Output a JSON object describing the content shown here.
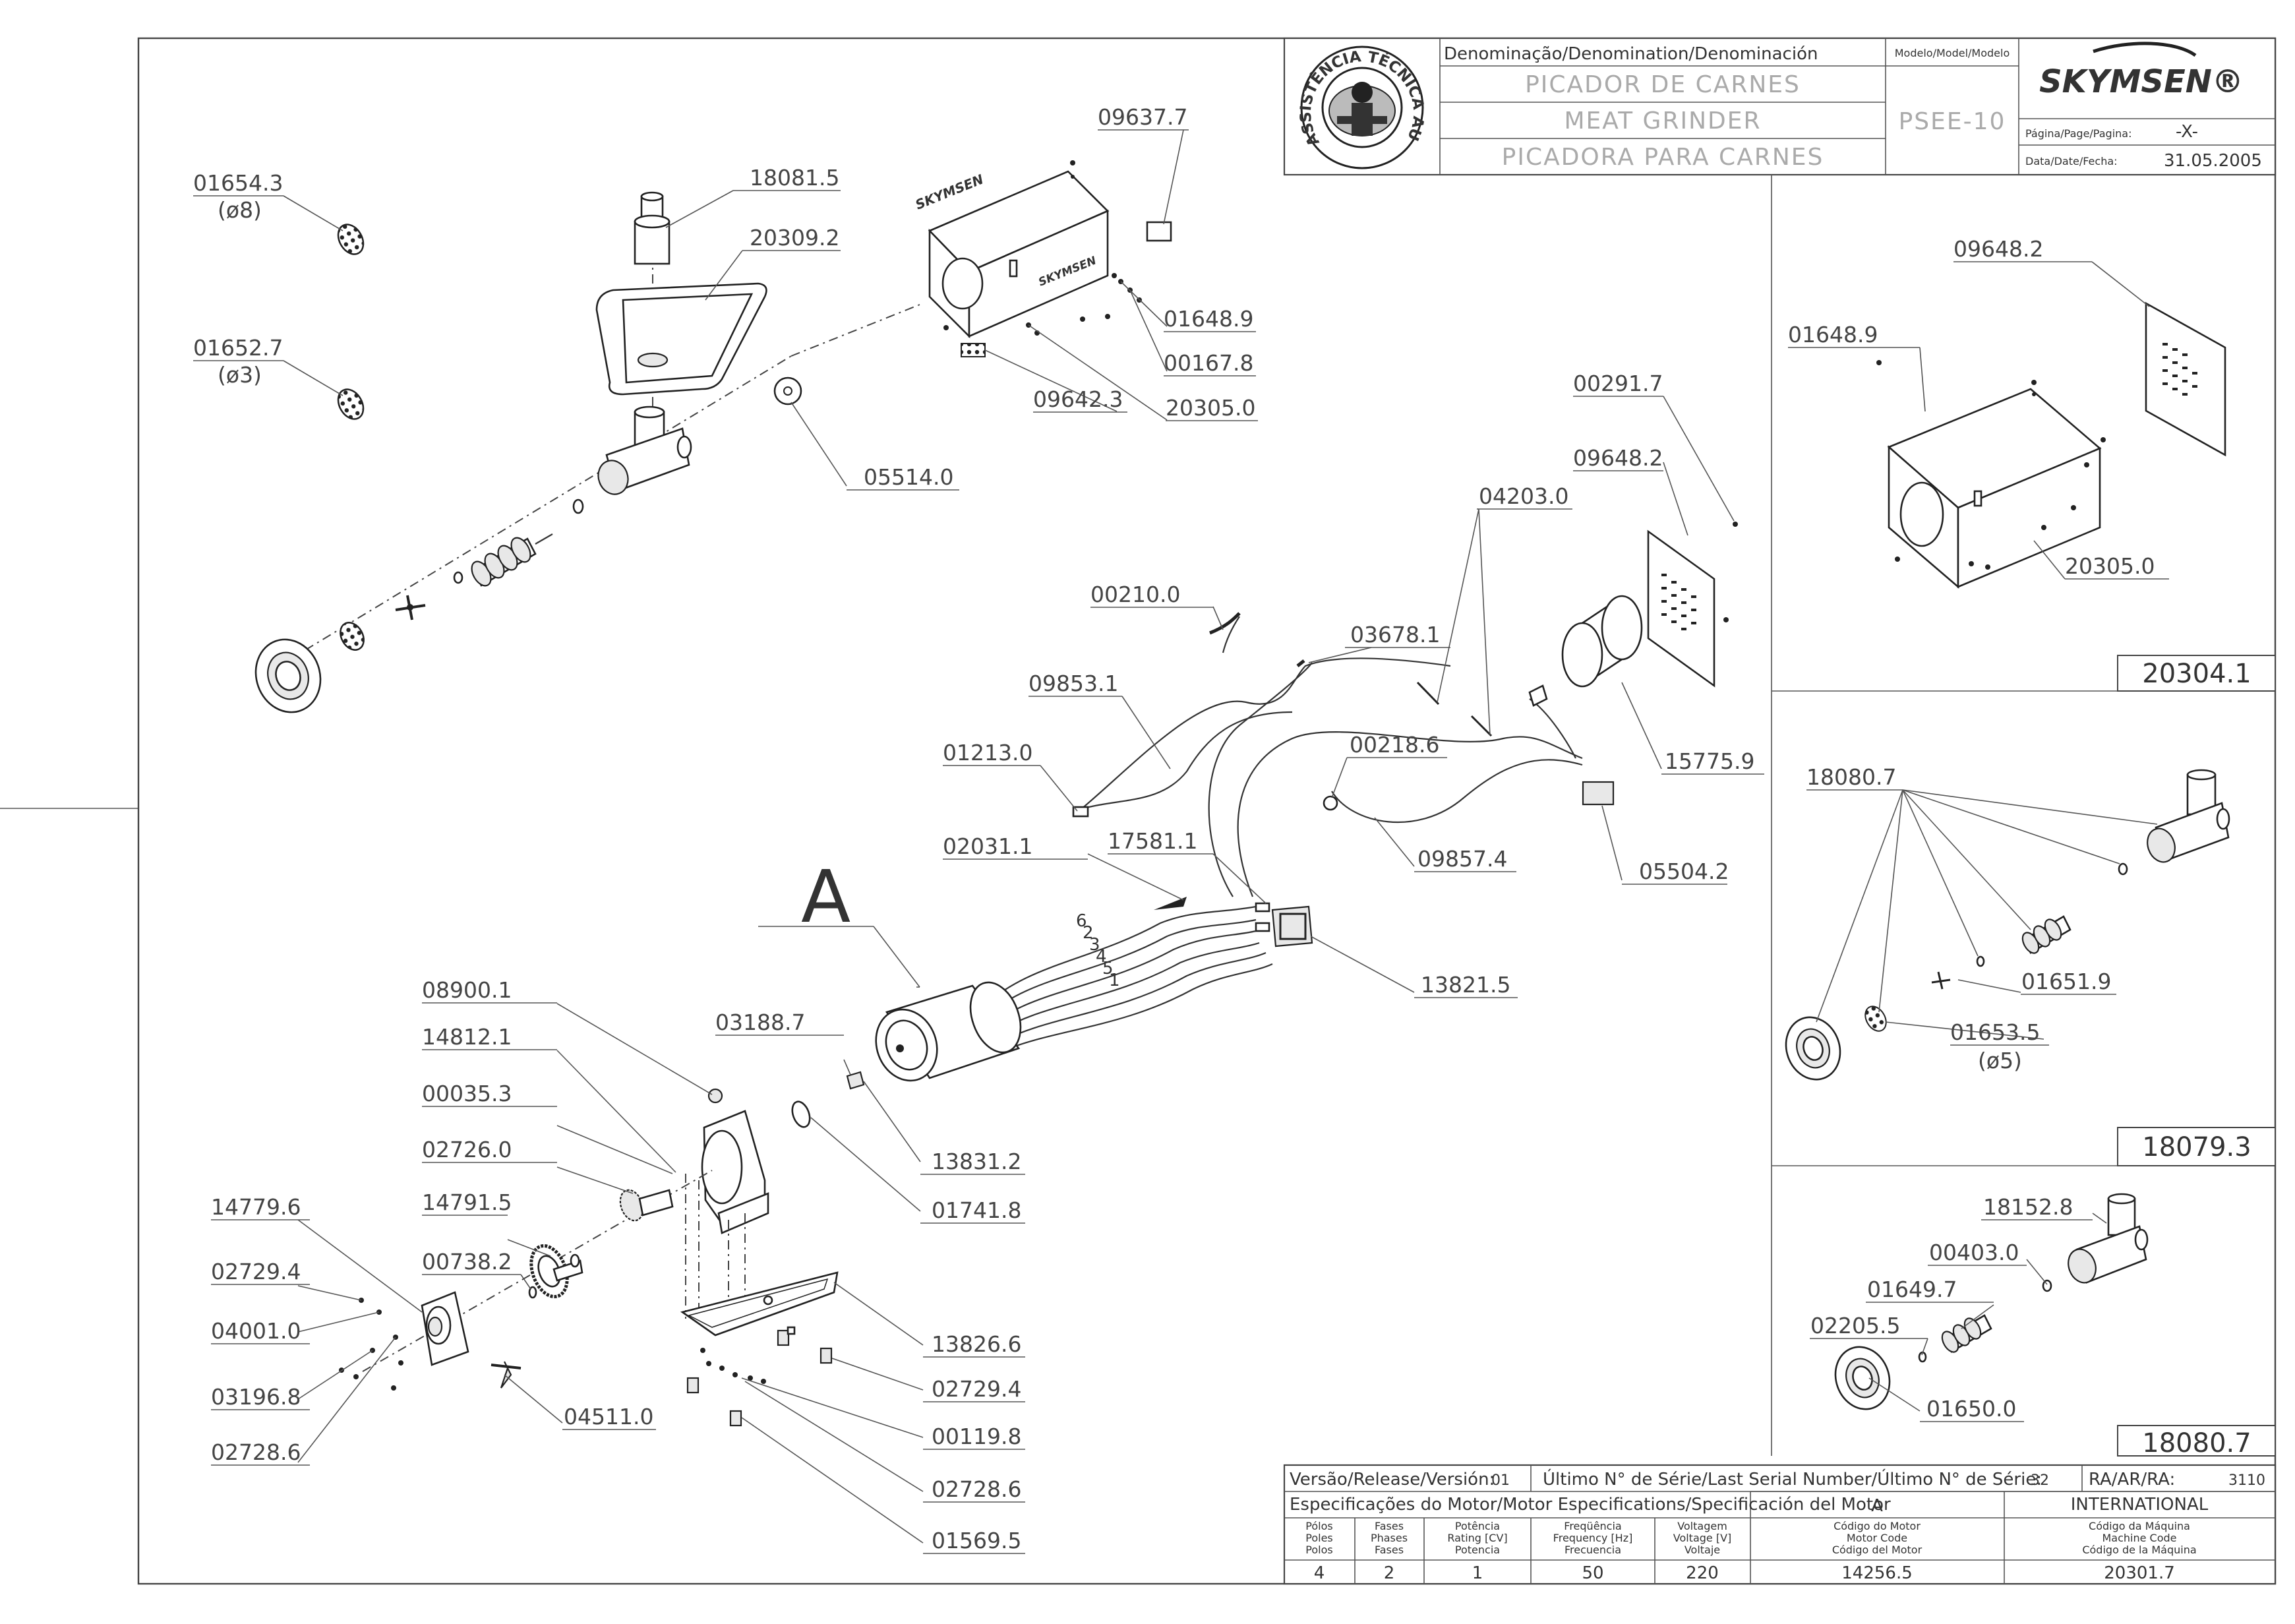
{
  "title_block": {
    "header": "Denominação/Denomination/Denominación",
    "name_pt": "PICADOR DE CARNES",
    "name_en": "MEAT GRINDER",
    "name_es": "PICADORA PARA CARNES",
    "model_header": "Modelo/Model/Modelo",
    "model": "PSEE-10",
    "brand": "SKYMSEN®",
    "page_label": "Página/Page/Pagina:",
    "page_value": "-X-",
    "date_label": "Data/Date/Fecha:",
    "date_value": "31.05.2005",
    "seal_text": "ASSISTÊNCIA TÉCNICA AUTORIZADA"
  },
  "main_callouts": [
    {
      "id": "c-01654-3",
      "text": "01654.3"
    },
    {
      "id": "c-d8",
      "text": "(ø8)"
    },
    {
      "id": "c-01652-7",
      "text": "01652.7"
    },
    {
      "id": "c-d3",
      "text": "(ø3)"
    },
    {
      "id": "c-18081-5",
      "text": "18081.5"
    },
    {
      "id": "c-20309-2",
      "text": "20309.2"
    },
    {
      "id": "c-09637-7",
      "text": "09637.7"
    },
    {
      "id": "c-01648-9",
      "text": "01648.9"
    },
    {
      "id": "c-00167-8",
      "text": "00167.8"
    },
    {
      "id": "c-09642-3",
      "text": "09642.3"
    },
    {
      "id": "c-20305-0",
      "text": "20305.0"
    },
    {
      "id": "c-05514-0",
      "text": "05514.0"
    },
    {
      "id": "c-00291-7",
      "text": "00291.7"
    },
    {
      "id": "c-09648-2",
      "text": "09648.2"
    },
    {
      "id": "c-04203-0",
      "text": "04203.0"
    },
    {
      "id": "c-00210-0",
      "text": "00210.0"
    },
    {
      "id": "c-03678-1",
      "text": "03678.1"
    },
    {
      "id": "c-09853-1",
      "text": "09853.1"
    },
    {
      "id": "c-01213-0",
      "text": "01213.0"
    },
    {
      "id": "c-00218-6",
      "text": "00218.6"
    },
    {
      "id": "c-15775-9",
      "text": "15775.9"
    },
    {
      "id": "c-17581-1",
      "text": "17581.1"
    },
    {
      "id": "c-02031-1",
      "text": "02031.1"
    },
    {
      "id": "c-09857-4",
      "text": "09857.4"
    },
    {
      "id": "c-05504-2",
      "text": "05504.2"
    },
    {
      "id": "c-13821-5",
      "text": "13821.5"
    },
    {
      "id": "c-08900-1",
      "text": "08900.1"
    },
    {
      "id": "c-14812-1",
      "text": "14812.1"
    },
    {
      "id": "c-00035-3",
      "text": "00035.3"
    },
    {
      "id": "c-02726-0",
      "text": "02726.0"
    },
    {
      "id": "c-03188-7",
      "text": "03188.7"
    },
    {
      "id": "c-13831-2",
      "text": "13831.2"
    },
    {
      "id": "c-01741-8",
      "text": "01741.8"
    },
    {
      "id": "c-14779-6",
      "text": "14779.6"
    },
    {
      "id": "c-14791-5",
      "text": "14791.5"
    },
    {
      "id": "c-02729-4a",
      "text": "02729.4"
    },
    {
      "id": "c-00738-2",
      "text": "00738.2"
    },
    {
      "id": "c-04001-0",
      "text": "04001.0"
    },
    {
      "id": "c-03196-8",
      "text": "03196.8"
    },
    {
      "id": "c-02728-6a",
      "text": "02728.6"
    },
    {
      "id": "c-04511-0",
      "text": "04511.0"
    },
    {
      "id": "c-13826-6",
      "text": "13826.6"
    },
    {
      "id": "c-02729-4b",
      "text": "02729.4"
    },
    {
      "id": "c-00119-8",
      "text": "00119.8"
    },
    {
      "id": "c-02728-6b",
      "text": "02728.6"
    },
    {
      "id": "c-01569-5",
      "text": "01569.5"
    }
  ],
  "motor_letter": "A",
  "wire_numbers": [
    "6",
    "2",
    "3",
    "4",
    "5",
    "1"
  ],
  "panels": [
    {
      "code": "20304.1",
      "callouts": [
        "09648.2",
        "01648.9",
        "20305.0"
      ]
    },
    {
      "code": "18079.3",
      "callouts": [
        "18080.7",
        "01651.9",
        "01653.5",
        "(ø5)"
      ]
    },
    {
      "code": "18080.7",
      "callouts": [
        "18152.8",
        "00403.0",
        "01649.7",
        "02205.5",
        "01650.0"
      ]
    }
  ],
  "release_row": {
    "version_label": "Versão/Release/Versión:",
    "version_value": "01",
    "serial_label": "Último N° de Série/Last Serial Number/Último N° de Série:",
    "serial_value": "32",
    "ra_label": "RA/AR/RA:",
    "ra_value": "3110"
  },
  "motor_spec": {
    "header": "Especificações do Motor/Motor Especifications/Specificación del Motor",
    "motor_letter": "A",
    "market": "INTERNATIONAL",
    "columns": [
      {
        "label": [
          "Pólos",
          "Poles",
          "Polos"
        ],
        "value": "4"
      },
      {
        "label": [
          "Fases",
          "Phases",
          "Fases"
        ],
        "value": "2"
      },
      {
        "label": [
          "Potência",
          "Rating [CV]",
          "Potencia"
        ],
        "value": "1"
      },
      {
        "label": [
          "Freqüência",
          "Frequency [Hz]",
          "Frecuencia"
        ],
        "value": "50"
      },
      {
        "label": [
          "Voltagem",
          "Voltage [V]",
          "Voltaje"
        ],
        "value": "220"
      },
      {
        "label": [
          "Código do Motor",
          "Motor Code",
          "Código del Motor"
        ],
        "value": "14256.5"
      },
      {
        "label": [
          "Código da Máquina",
          "Machine Code",
          "Código de la Máquina"
        ],
        "value": "20301.7"
      }
    ]
  }
}
